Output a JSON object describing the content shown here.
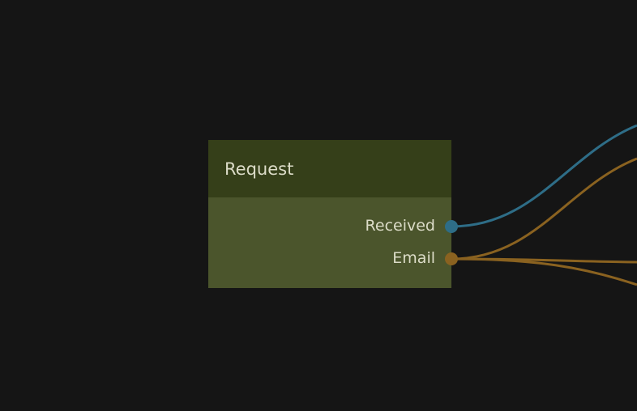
{
  "node": {
    "title": "Request",
    "outputs": [
      {
        "label": "Received",
        "color": "#2e6d87"
      },
      {
        "label": "Email",
        "color": "#8a6220"
      }
    ]
  },
  "colors": {
    "background": "#151515",
    "header": "#353f19",
    "body": "#4b552c",
    "text": "#dcdcc8"
  }
}
